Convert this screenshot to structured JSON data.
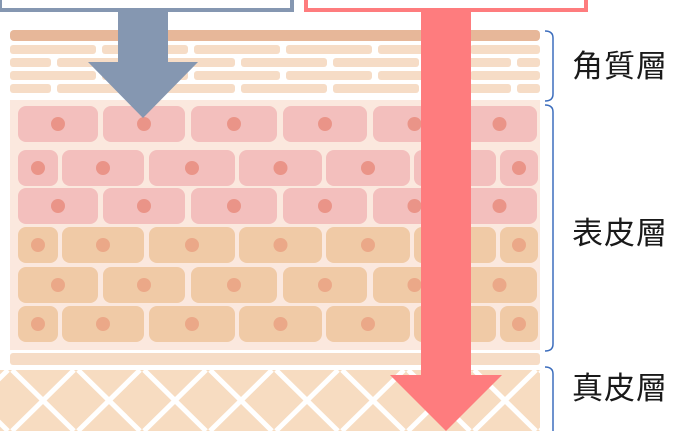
{
  "labels": {
    "stratum_corneum": "角質層",
    "epidermis": "表皮層",
    "dermis": "真皮層"
  },
  "colors": {
    "corneum_band": "#e7b799",
    "corneum_brick": "#f6dcc6",
    "epi_bg": "#fbe8de",
    "cell_pink": "#f3bfbd",
    "cell_peach": "#f0caa6",
    "nucleus_pink": "#ea9488",
    "nucleus_peach": "#eba888",
    "dermis_fill": "#f7dcc1",
    "dermis_line": "#ffffff",
    "arrow_blue": "#8597b1",
    "arrow_red": "#fe7c7e",
    "bracket": "#3d6ebd"
  }
}
